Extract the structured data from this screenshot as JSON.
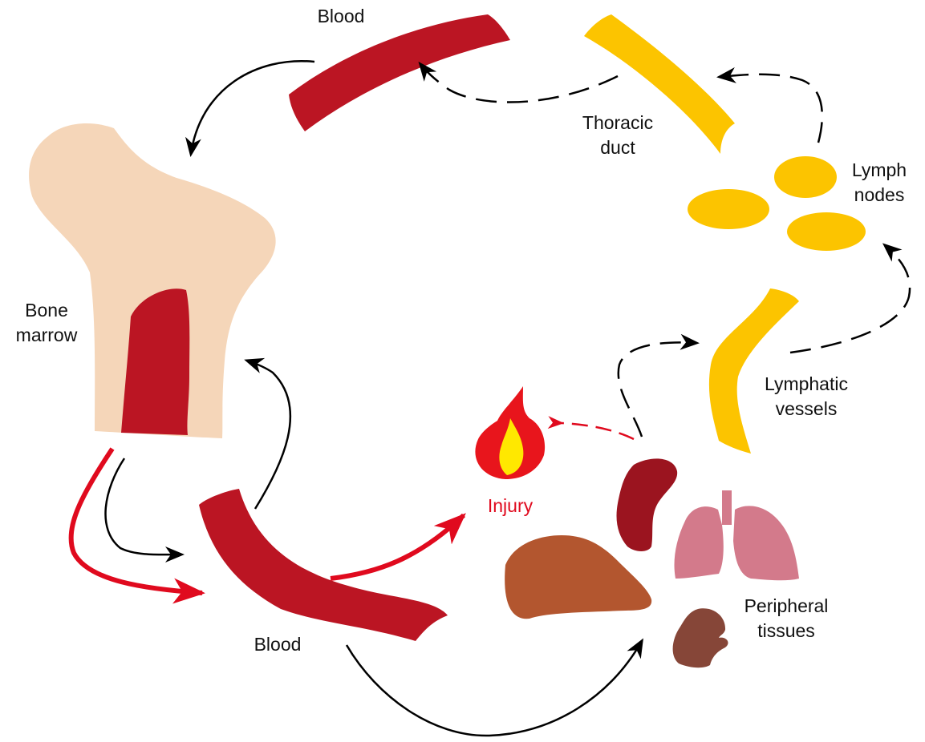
{
  "labels": {
    "blood_top": "Blood",
    "thoracic_line1": "Thoracic",
    "thoracic_line2": "duct",
    "lymph_line1": "Lymph",
    "lymph_line2": "nodes",
    "bone_line1": "Bone",
    "bone_line2": "marrow",
    "lymphatic_line1": "Lymphatic",
    "lymphatic_line2": "vessels",
    "injury": "Injury",
    "peripheral_line1": "Peripheral",
    "peripheral_line2": "tissues",
    "blood_bottom": "Blood"
  },
  "colors": {
    "blood": "#bb1523",
    "bone": "#f5d6b9",
    "lymph": "#fcc400",
    "injury_text": "#e00a1e",
    "red_arrow": "#e00a1e",
    "black_arrow": "#000000",
    "flame_outer": "#e8151c",
    "flame_inner": "#ffe800",
    "spleen": "#9b141f",
    "liver": "#b3562f",
    "lungs": "#d37a8b",
    "kidney": "#864638"
  },
  "icons": [
    "bone-marrow-icon",
    "blood-vessel-icon",
    "thoracic-duct-icon",
    "lymph-node-icon",
    "lymphatic-vessel-icon",
    "flame-icon",
    "spleen-icon",
    "liver-icon",
    "lungs-icon",
    "kidney-icon"
  ]
}
